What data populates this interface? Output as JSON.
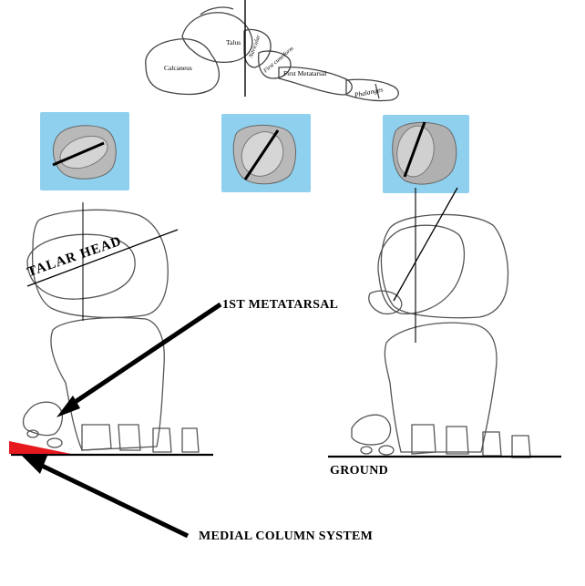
{
  "colors": {
    "thumb_bg": "#8fd0ee",
    "medial_wedge": "#e6191e",
    "line": "#000000",
    "bone_outline": "#555555"
  },
  "skeleton_labels": {
    "calcaneus": "Calcaneus",
    "talus": "Talus",
    "navicular": "Navicular",
    "first_cuneiform": "First cuneiform",
    "first_metatarsal": "First Metatarsal",
    "phalanges": "Phalanges"
  },
  "labels": {
    "talar_head": "TALAR HEAD",
    "first_metatarsal": "1ST METATARSAL",
    "ground": "GROUND",
    "medial_column": "MEDIAL COLUMN SYSTEM"
  }
}
